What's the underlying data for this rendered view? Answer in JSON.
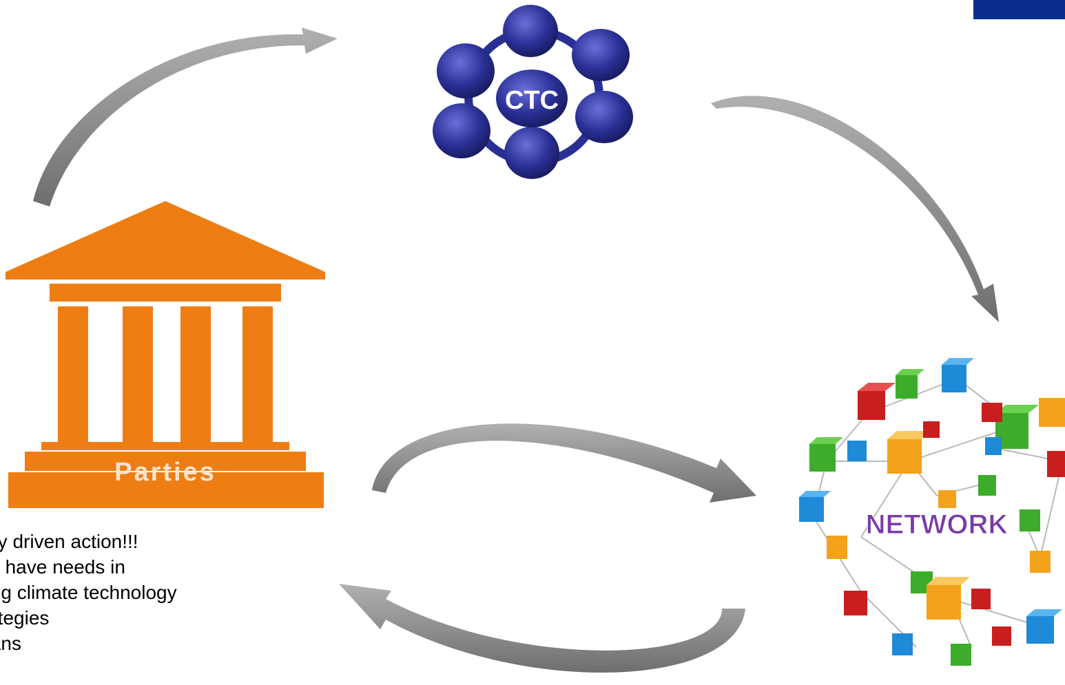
{
  "ctc": {
    "label": "CTC"
  },
  "parties": {
    "label": "Parties"
  },
  "network": {
    "label": "NETWORK"
  },
  "body_lines": [
    "ntry driven action!!!",
    "ies have needs in",
    "ning climate technology",
    "trategies",
    "plans"
  ],
  "colors": {
    "accent_bar": "#0b2e8c",
    "arrow": "#8a8a8a",
    "ctc_node": "#2a2f95",
    "parties_orange": "#ee7d13",
    "network_text": "#7a3aa8"
  }
}
